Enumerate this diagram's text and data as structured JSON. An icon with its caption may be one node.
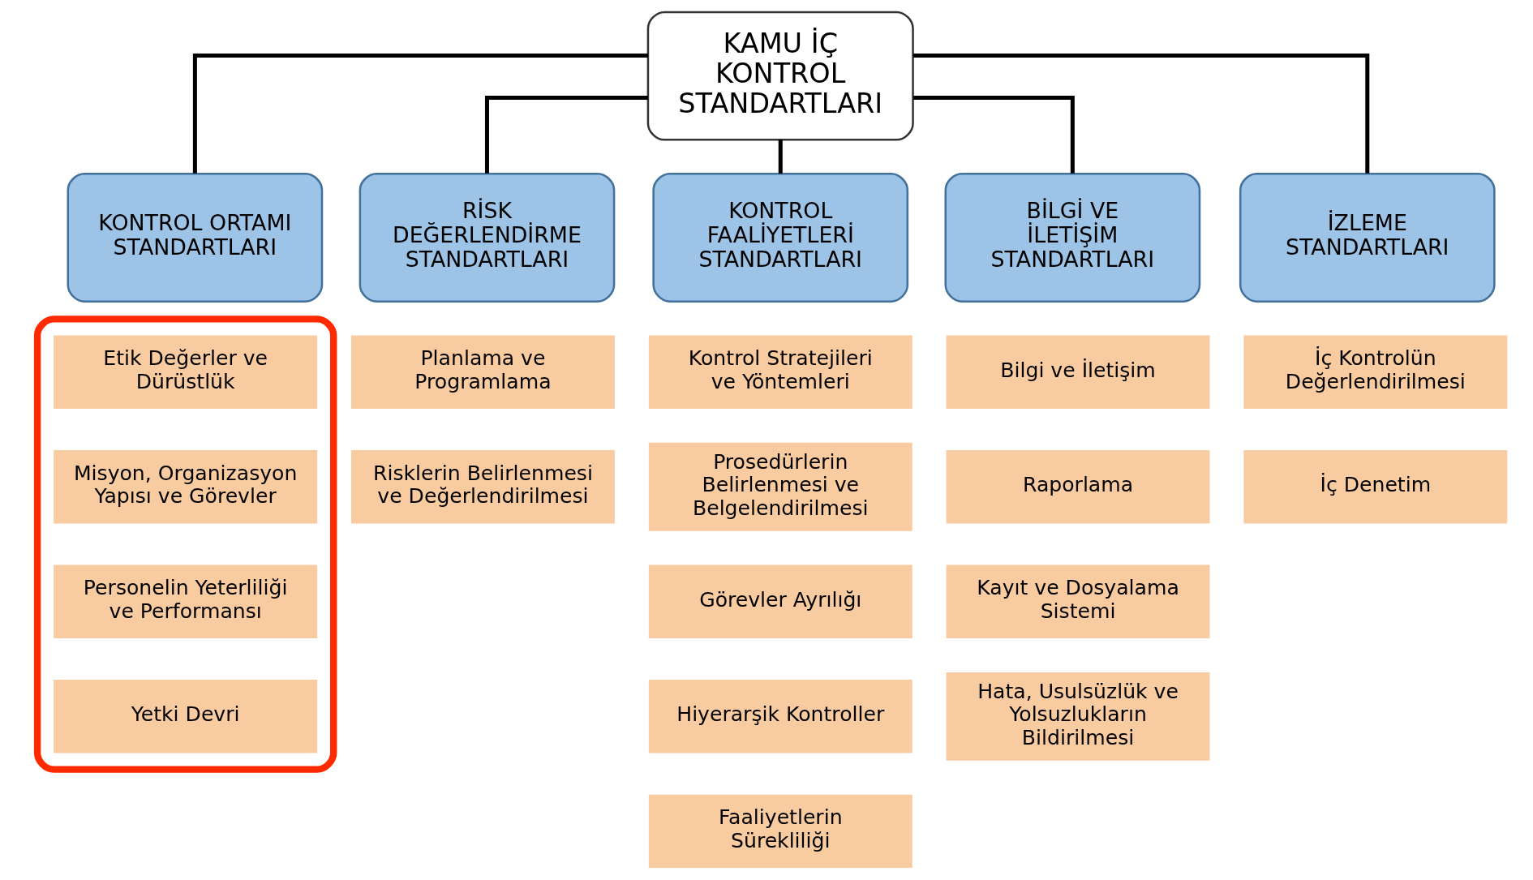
{
  "diagram": {
    "nodes": [
      {
        "text": [
          "KAMU İÇ KONTROL STANDARTLARI"
        ]
      },
      {
        "text": [
          "KONTROL ORTAMI STANDARTLARI"
        ]
      },
      {
        "text": [
          "RİSK DEĞERLENDİRME STANDARTLARI"
        ]
      },
      {
        "text": [
          "KONTROL FAALİYETLERİ STANDARTLARI"
        ]
      },
      {
        "text": [
          "BİLGİ VE İLETİŞİM STANDARTLARI"
        ]
      },
      {
        "text": [
          "İZLEME STANDARTLARI"
        ]
      },
      {
        "text": [],
        "shape": "box"
      },
      {
        "text": [
          "Etik Değerler ve Dürüstlük"
        ],
        "in": 6
      },
      {
        "text": [
          "Misyon, Organizasyon Yapısı ve Görevler"
        ],
        "in": 6
      },
      {
        "text": [
          "Personelin Yeterliliği ve Performansı"
        ],
        "in": 6
      },
      {
        "text": [
          "Yetki Devri"
        ],
        "in": 6
      },
      {
        "text": [
          "Planlama ve Programlama"
        ]
      },
      {
        "text": [
          "Risklerin Belirlenmesi ve Değerlendirilmesi"
        ]
      },
      {
        "text": [
          "Kontrol Stratejileri ve Yöntemleri"
        ]
      },
      {
        "text": [
          "Prosedürlerin Belirlenmesi ve Belgelendirilmesi"
        ]
      },
      {
        "text": [
          "Görevler Ayrılığı"
        ]
      },
      {
        "text": [
          "Hiyerarşik Kontroller"
        ]
      },
      {
        "text": [
          "Faaliyetlerin Sürekliliği"
        ]
      },
      {
        "text": [
          "Bilgi ve İletişim"
        ]
      },
      {
        "text": [
          "Raporlama"
        ]
      },
      {
        "text": [
          "Kayıt ve Dosyalama Sistemi"
        ]
      },
      {
        "text": [
          "Hata, Usulsüzlük ve Yolsuzlukların Bildirilmesi"
        ]
      },
      {
        "text": [
          "İç Kontrolün Değerlendirilmesi"
        ]
      },
      {
        "text": [
          "İç Denetim"
        ]
      }
    ],
    "edges": [
      {
        "from": 0,
        "to": 1,
        "arrow": "none"
      },
      {
        "from": 0,
        "to": 2,
        "arrow": "none"
      },
      {
        "from": 0,
        "to": 3,
        "arrow": "none"
      },
      {
        "from": 0,
        "to": 4,
        "arrow": "none"
      },
      {
        "from": 0,
        "to": 5,
        "arrow": "none"
      }
    ]
  }
}
